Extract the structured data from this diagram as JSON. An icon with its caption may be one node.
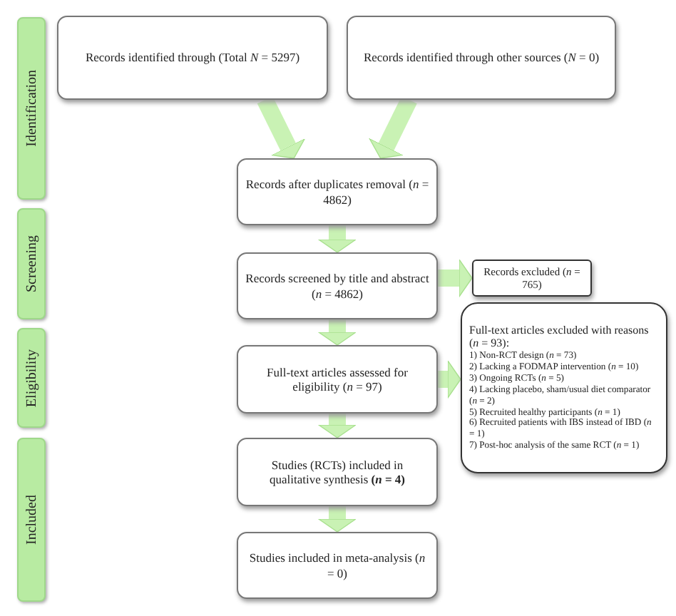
{
  "diagram": {
    "nodes": [
      {
        "text": [
          "Identification"
        ]
      },
      {
        "text": [
          "Screening"
        ]
      },
      {
        "text": [
          "Eligibility"
        ]
      },
      {
        "text": [
          "Included"
        ]
      },
      {
        "text": [
          "Records identified through (Total *N* = 5297)"
        ]
      },
      {
        "text": [
          "Records identified through other sources (*N* = 0)"
        ]
      },
      {
        "text": [
          "Records after duplicates removal (*n* = 4862)"
        ]
      },
      {
        "text": [
          "Records screened by title and abstract (*n* = 4862)"
        ]
      },
      {
        "text": [
          "Records excluded (*n* = 765)"
        ]
      },
      {
        "text": [
          "Full-text articles assessed for eligibility (*n* = 97)"
        ]
      },
      {
        "text": [
          "Full-text articles excluded with reasons (*n* = 93):",
          "1) Non-RCT design (*n* = 73)",
          "2) Lacking a FODMAP intervention (*n* = 10)",
          "3) Ongoing RCTs (*n* = 5)",
          "4) Lacking placebo, sham/usual diet comparator (*n* = 2)",
          "5) Recruited healthy participants (*n* = 1)",
          "6) Recruited patients with IBS instead of IBD (*n* = 1)",
          "7) Post-hoc analysis of the same RCT (*n* = 1)"
        ]
      },
      {
        "text": [
          "Studies (RCTs) included in qualitative synthesis **(*n* = 4)**"
        ]
      },
      {
        "text": [
          "Studies included in meta-analysis (*n* = 0)"
        ]
      }
    ],
    "edges": [
      {
        "from": 4,
        "to": 6,
        "arrow": "to"
      },
      {
        "from": 5,
        "to": 6,
        "arrow": "to"
      },
      {
        "from": 6,
        "to": 7,
        "arrow": "to"
      },
      {
        "from": 7,
        "to": 8,
        "arrow": "to"
      },
      {
        "from": 7,
        "to": 9,
        "arrow": "to"
      },
      {
        "from": 9,
        "to": 10,
        "arrow": "to"
      },
      {
        "from": 9,
        "to": 11,
        "arrow": "to"
      },
      {
        "from": 11,
        "to": 12,
        "arrow": "to"
      }
    ]
  }
}
